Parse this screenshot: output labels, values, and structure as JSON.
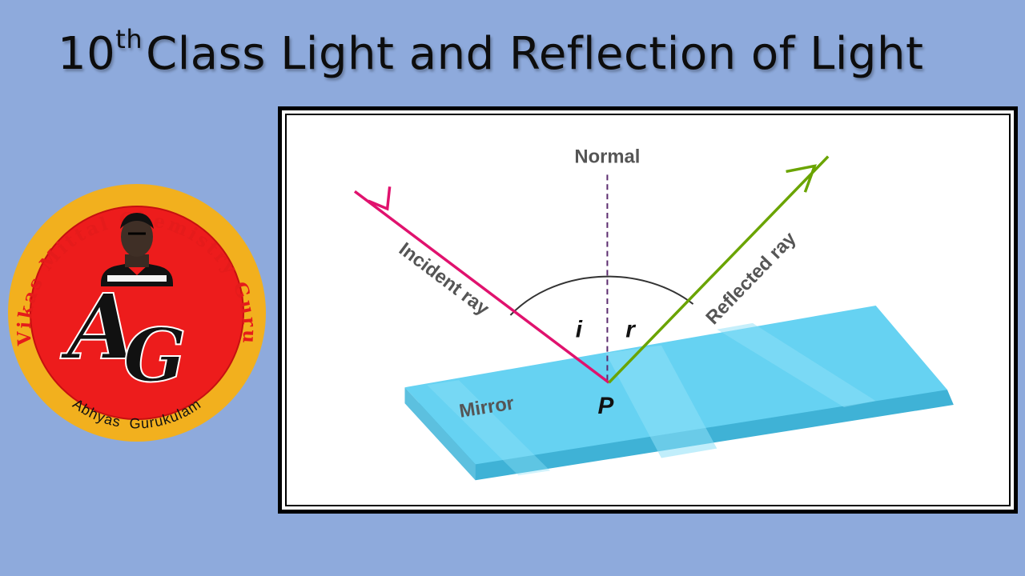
{
  "title": {
    "prefix": "10",
    "sup": "th",
    "rest": "Class Light and Reflection of Light"
  },
  "logo": {
    "arc_text": "Vikas Mittal Chemistry Guru",
    "monogram_a": "A",
    "monogram_g": "G",
    "bottom_text": "Abhyas  Gurukulam"
  },
  "diagram": {
    "normal": "Normal",
    "incident": "Incident ray",
    "reflected": "Reflected ray",
    "mirror": "Mirror",
    "angle_i": "i",
    "angle_r": "r",
    "point": "P",
    "colors": {
      "incident": "#e0126e",
      "reflected": "#6aa400",
      "mirror_top": "#66d2f2",
      "mirror_edge": "#3fb2d6",
      "label": "#555555"
    }
  }
}
